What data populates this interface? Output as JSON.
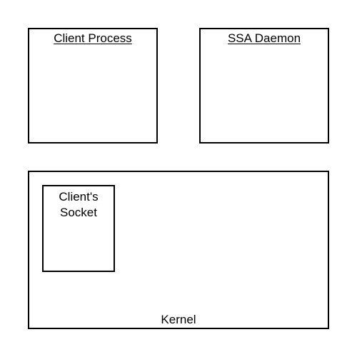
{
  "diagram": {
    "client_process": {
      "label": "Client Process"
    },
    "ssa_daemon": {
      "label": "SSA Daemon"
    },
    "kernel": {
      "label": "Kernel"
    },
    "clients_socket": {
      "label_line1": "Client's",
      "label_line2": "Socket"
    }
  }
}
